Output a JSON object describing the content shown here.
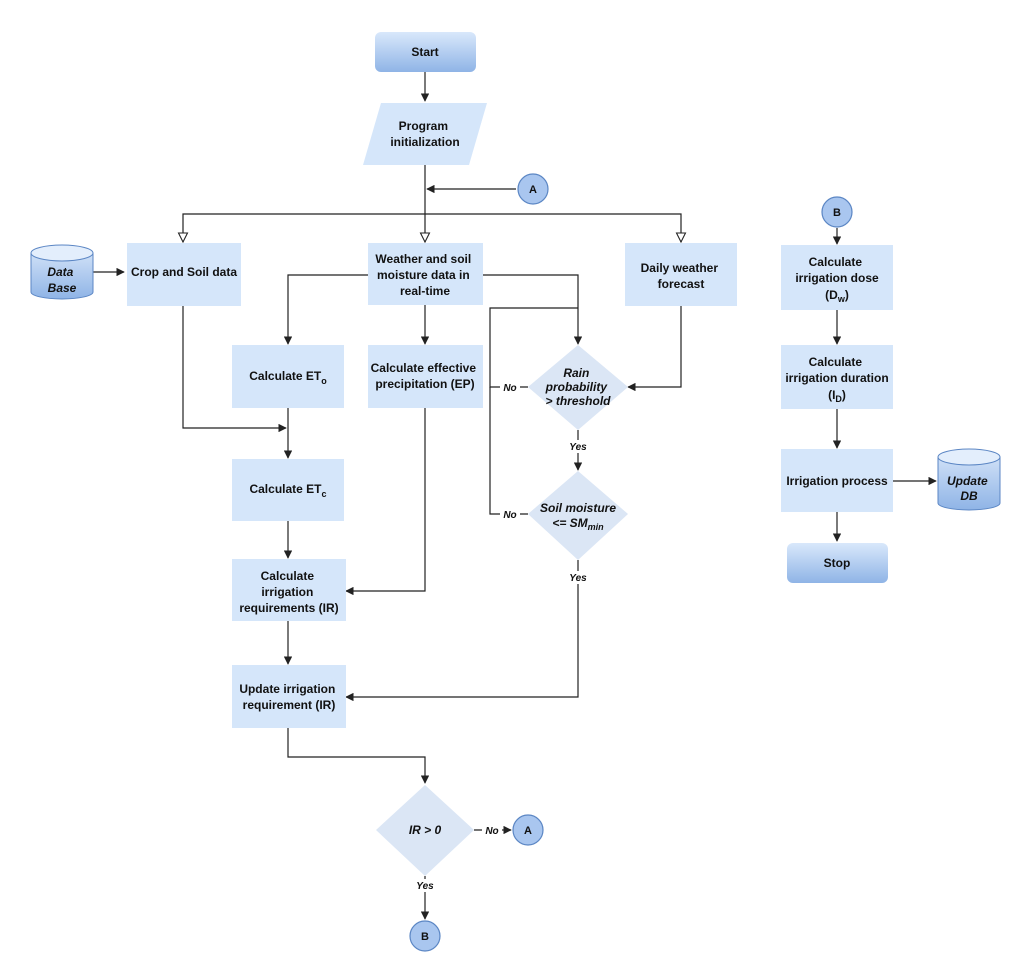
{
  "colors": {
    "process_fill": "#d5e6fa",
    "terminal_top": "#d9e8fb",
    "terminal_bottom": "#8fb4e6",
    "decision_fill": "#dbe6f5",
    "connector_fill": "#a9c6ef",
    "connector_stroke": "#5b86c4",
    "line": "#222222"
  },
  "nodes": {
    "start": {
      "label": "Start"
    },
    "init": {
      "lines": [
        "Program",
        "initialization"
      ]
    },
    "conn_a_top": {
      "label": "A"
    },
    "database": {
      "lines": [
        "Data",
        "Base"
      ]
    },
    "crop_soil": {
      "label": "Crop and Soil data"
    },
    "weather_realtime": {
      "lines": [
        "Weather and soil",
        "moisture data in",
        "real-time"
      ]
    },
    "daily_forecast": {
      "lines": [
        "Daily weather",
        "forecast"
      ]
    },
    "calc_eto": {
      "main": "Calculate ET",
      "sub": "o"
    },
    "calc_ep": {
      "lines": [
        "Calculate effective",
        "precipitation (EP)"
      ]
    },
    "rain_decision": {
      "lines": [
        "Rain",
        "probability",
        "> threshold"
      ]
    },
    "calc_etc": {
      "main": "Calculate ET",
      "sub": "c"
    },
    "soil_decision": {
      "line1": "Soil moisture",
      "line2_main": "<= SM",
      "line2_sub": "min"
    },
    "calc_ir": {
      "lines": [
        "Calculate",
        "irrigation",
        "requirements (IR)"
      ]
    },
    "update_ir": {
      "lines": [
        "Update irrigation",
        "requirement (IR)"
      ]
    },
    "ir_decision": {
      "label": "IR > 0"
    },
    "conn_a_bottom": {
      "label": "A"
    },
    "conn_b_bottom": {
      "label": "B"
    },
    "conn_b_top": {
      "label": "B"
    },
    "calc_dose": {
      "line1": "Calculate",
      "line2": "irrigation dose",
      "line3_main": "(D",
      "line3_sub": "w",
      "line3_end": ")"
    },
    "calc_duration": {
      "line1": "Calculate",
      "line2": "irrigation duration",
      "line3_main": "(I",
      "line3_sub": "D",
      "line3_end": ")"
    },
    "irrigation_process": {
      "label": "Irrigation process"
    },
    "update_db": {
      "lines": [
        "Update",
        "DB"
      ]
    },
    "stop": {
      "label": "Stop"
    }
  },
  "edge_labels": {
    "rain_no": "No",
    "rain_yes": "Yes",
    "soil_no": "No",
    "soil_yes": "Yes",
    "ir_no": "No",
    "ir_yes": "Yes"
  }
}
